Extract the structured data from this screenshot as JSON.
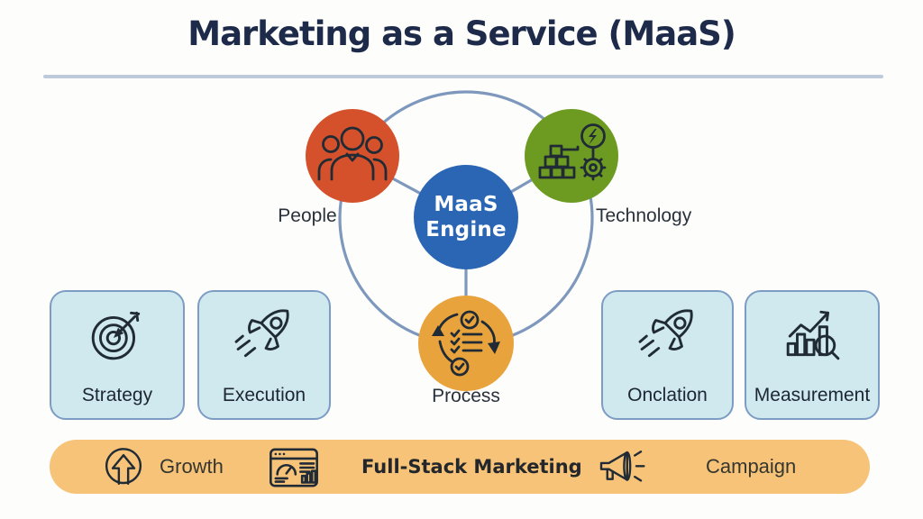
{
  "title": "Marketing as a Service (MaaS)",
  "hub": {
    "center": {
      "line1": "MaaS",
      "line2": "Engine",
      "color": "#2b66b4"
    },
    "ring_color": "#7e98bd",
    "nodes": [
      {
        "label": "People",
        "color": "#d4512b",
        "icon": "people-icon"
      },
      {
        "label": "Technology",
        "color": "#6d9b22",
        "icon": "technology-icon"
      },
      {
        "label": "Process",
        "color": "#e9a33c",
        "icon": "process-icon"
      }
    ]
  },
  "cards": [
    {
      "label": "Strategy",
      "icon": "target-icon"
    },
    {
      "label": "Execution",
      "icon": "rocket-icon"
    },
    {
      "label": "Onclation",
      "icon": "rocket-icon"
    },
    {
      "label": "Measurement",
      "icon": "bar-chart-magnifier-icon"
    }
  ],
  "bottom_bar": {
    "background": "#f6c378",
    "items": [
      {
        "label": "Growth",
        "icon": "growth-arrow-icon",
        "emphasis": false
      },
      {
        "label": "Full-Stack Marketing",
        "icon": "dashboard-icon",
        "emphasis": true
      },
      {
        "label": "Campaign",
        "icon": "megaphone-icon",
        "emphasis": false
      }
    ]
  }
}
